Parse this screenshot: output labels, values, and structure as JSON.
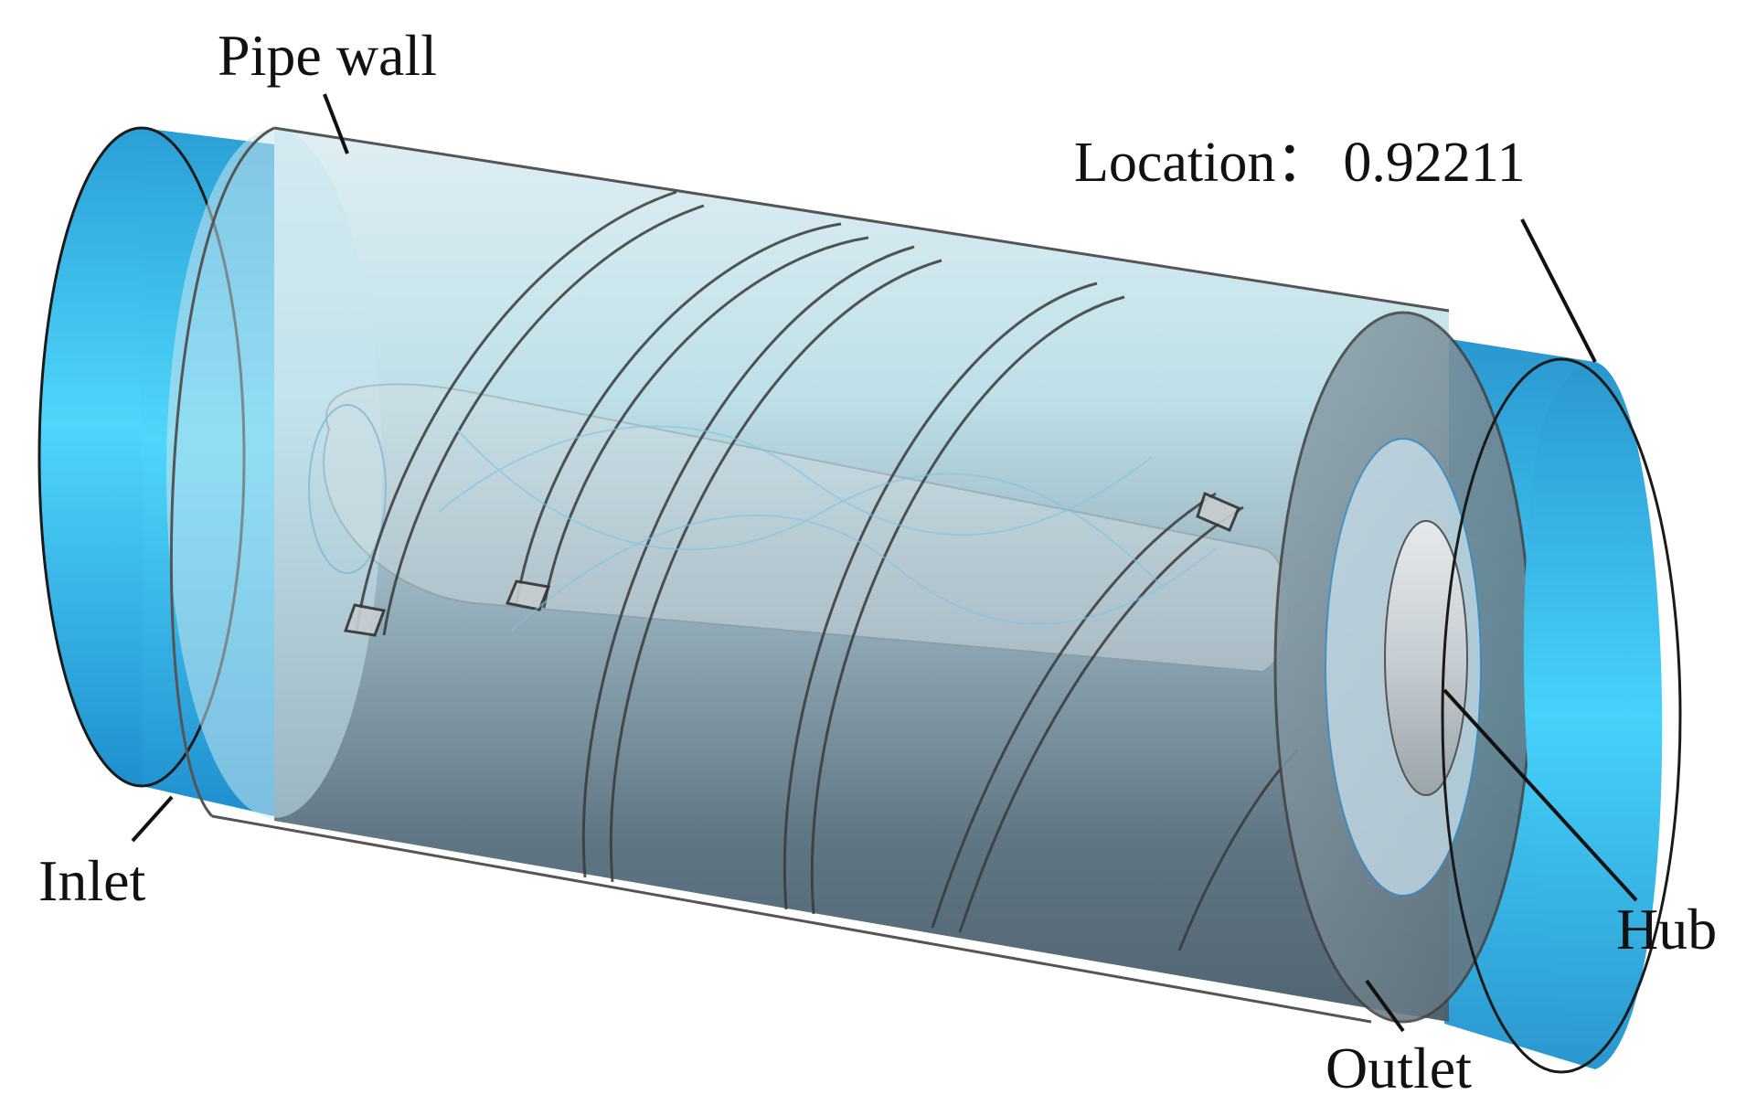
{
  "labels": {
    "pipe_wall": "Pipe wall",
    "location_label": "Location：",
    "location_value": "0.92211",
    "inlet": "Inlet",
    "outlet": "Outlet",
    "hub": "Hub"
  },
  "colors": {
    "inlet_ring": "#3cc6f2",
    "outlet_ring": "#3cc6f2",
    "pipe_light": "#c9dbe2",
    "pipe_dark": "#4d6170",
    "blade": "#b9c0c5",
    "hub_section": "#d9e9f2"
  }
}
